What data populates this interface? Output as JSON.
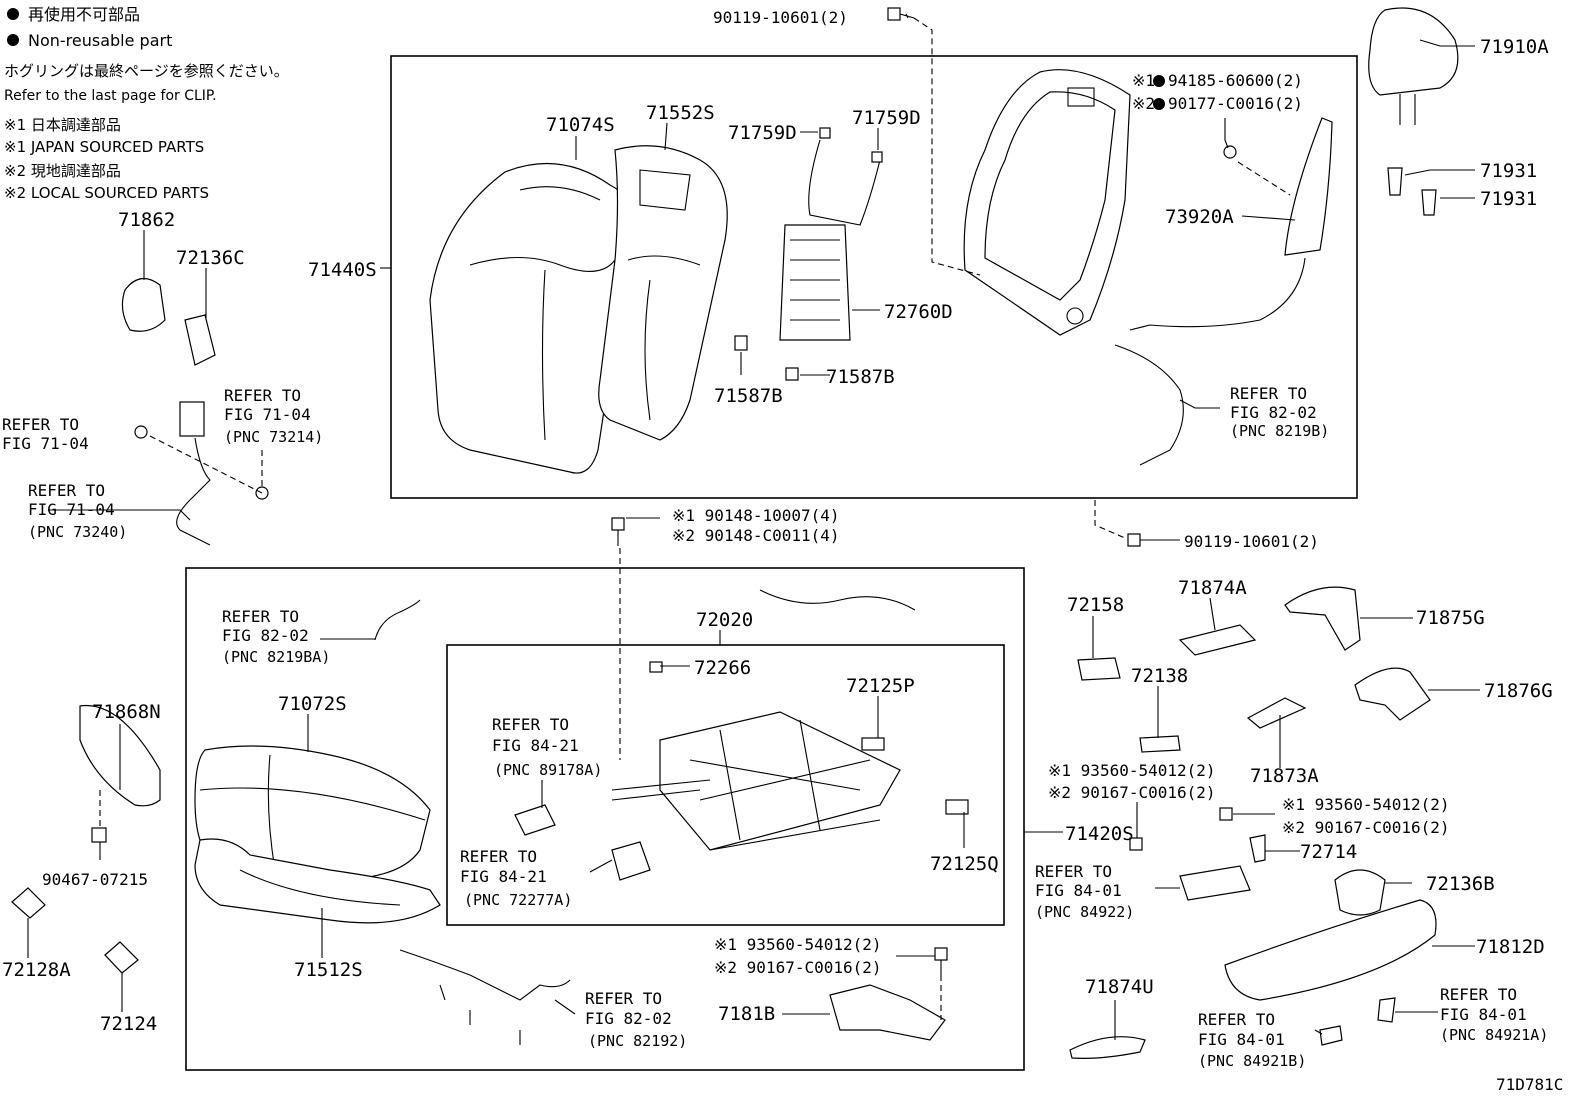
{
  "legend": {
    "jp_nonreusable": "再使用不可部品",
    "en_nonreusable": "Non-reusable part",
    "jp_clip": "ホグリングは最終ページを参照ください。",
    "en_clip": "Refer to the last page for CLIP.",
    "jp_japan": "※1 日本調達部品",
    "en_japan": "※1 JAPAN SOURCED PARTS",
    "jp_local": "※2 現地調達部品",
    "en_local": "※2 LOCAL SOURCED PARTS"
  },
  "refer_line": "REFER TO",
  "parts": {
    "p71910A": "71910A",
    "p71931a": "71931",
    "p71931b": "71931",
    "p73920A": "73920A",
    "p94185": "94185-60600(2)",
    "p90177": "90177-C0016(2)",
    "m1": "※1",
    "m2": "※2",
    "p90119top": "90119-10601(2)",
    "p71074S": "71074S",
    "p71552S": "71552S",
    "p71759Da": "71759D",
    "p71759Db": "71759D",
    "p72760D": "72760D",
    "p71587Ba": "71587B",
    "p71587Bb": "71587B",
    "p71440S": "71440S",
    "p71862": "71862",
    "p72136C": "72136C",
    "fig7104a": "FIG 71-04",
    "fig7104b": "FIG 71-04",
    "pnc73214": "(PNC 73214)",
    "fig7104c": "FIG 71-04",
    "pnc73240": "(PNC 73240)",
    "fig8202a": "FIG 82-02",
    "pnc8219B": "(PNC 8219B)",
    "p90148a": "※1 90148-10007(4)",
    "p90148b": "※2 90148-C0011(4)",
    "p90119b": "90119-10601(2)",
    "fig8202b": "FIG 82-02",
    "pnc8219BA": "(PNC 8219BA)",
    "p72020": "72020",
    "p72266": "72266",
    "p72125P": "72125P",
    "fig8421a": "FIG 84-21",
    "pnc89178A": "(PNC 89178A)",
    "fig8421b": "FIG 84-21",
    "pnc72277A": "(PNC 72277A)",
    "p72125Q": "72125Q",
    "p71420S": "71420S",
    "p71868N": "71868N",
    "p71072S": "71072S",
    "p90467": "90467-07215",
    "p72128A": "72128A",
    "p72124": "72124",
    "p71512S": "71512S",
    "p93560a": "※1 93560-54012(2)",
    "p90167a": "※2 90167-C0016(2)",
    "p7181B": "7181B",
    "fig8202c": "FIG 82-02",
    "pnc82192": "(PNC 82192)",
    "p72158": "72158",
    "p71874A": "71874A",
    "p71875G": "71875G",
    "p72138": "72138",
    "p71876G": "71876G",
    "p71873A": "71873A",
    "p93560b": "※1 93560-54012(2)",
    "p90167b": "※2 90167-C0016(2)",
    "p93560c": "※1 93560-54012(2)",
    "p90167c": "※2 90167-C0016(2)",
    "p72714": "72714",
    "fig8401a": "FIG 84-01",
    "pnc84922": "(PNC 84922)",
    "p72136B": "72136B",
    "p71812D": "71812D",
    "p71874U": "71874U",
    "fig8401b": "FIG 84-01",
    "pnc84921A": "(PNC 84921A)",
    "fig8401c": "FIG 84-01",
    "pnc84921B": "(PNC 84921B)",
    "diagram_id": "71D781C"
  }
}
